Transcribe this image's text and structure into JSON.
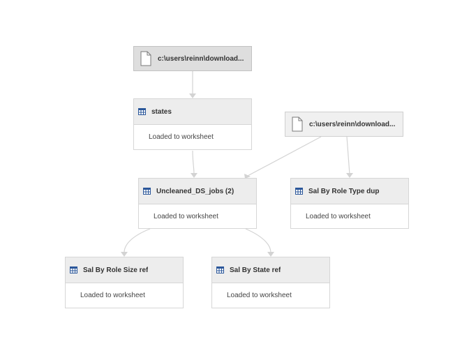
{
  "sources": [
    {
      "label": "c:\\users\\reinn\\download...",
      "icon": "file-icon"
    },
    {
      "label": "c:\\users\\reinn\\download...",
      "icon": "file-icon"
    }
  ],
  "queries": [
    {
      "title": "states",
      "status": "Loaded to worksheet",
      "icon": "table-icon"
    },
    {
      "title": "Uncleaned_DS_jobs (2)",
      "status": "Loaded to worksheet",
      "icon": "table-icon"
    },
    {
      "title": "Sal By Role Type dup",
      "status": "Loaded to worksheet",
      "icon": "table-icon"
    },
    {
      "title": "Sal By Role Size ref",
      "status": "Loaded to worksheet",
      "icon": "table-icon"
    },
    {
      "title": "Sal By State ref",
      "status": "Loaded to worksheet",
      "icon": "table-icon"
    }
  ],
  "colors": {
    "header_bg": "#ededed",
    "border": "#d6d6d6",
    "table_icon": "#2b579a",
    "connector": "#d3d3d3"
  }
}
